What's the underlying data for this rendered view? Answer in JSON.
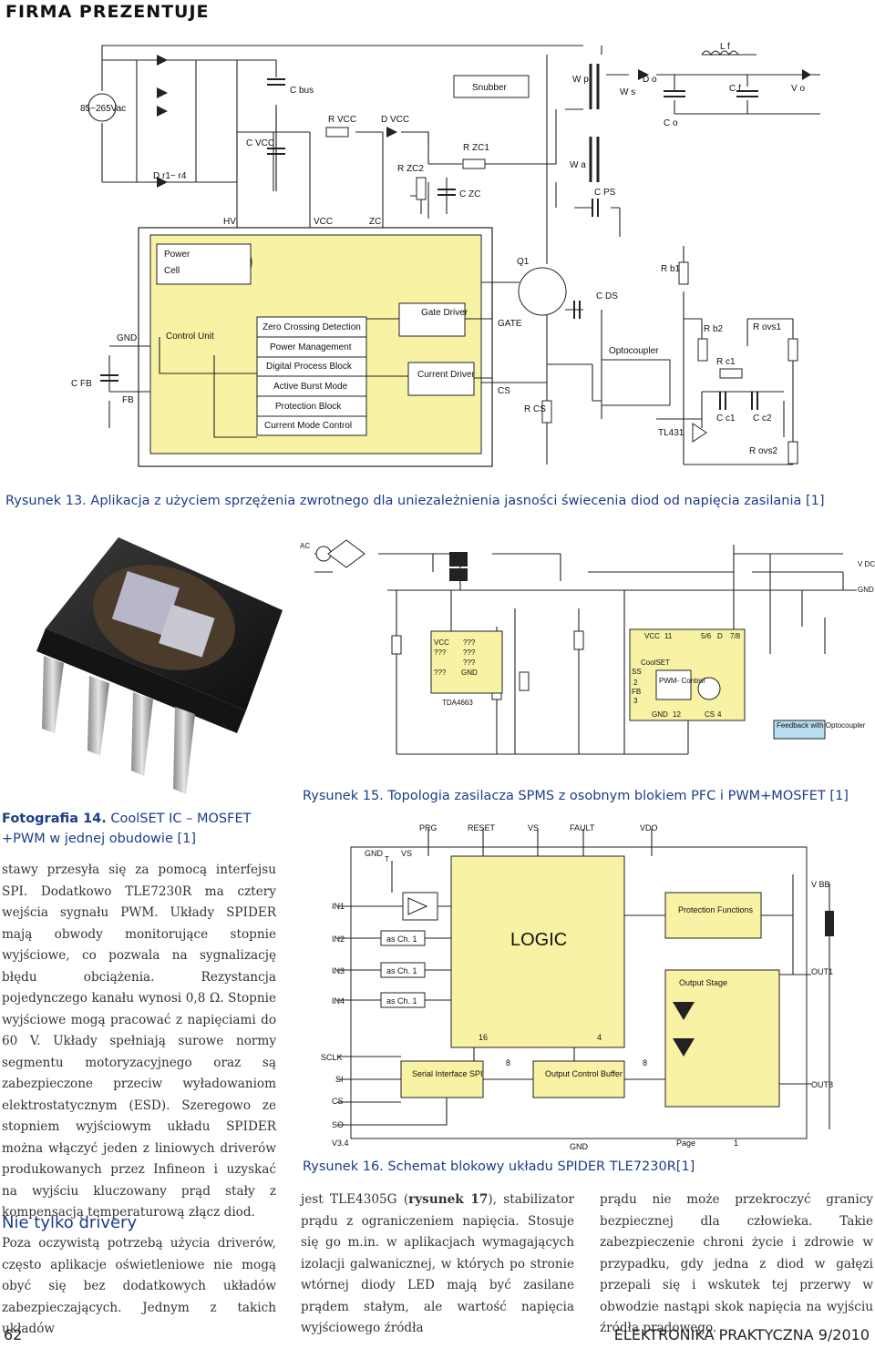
{
  "header": {
    "title": "FIRMA PREZENTUJE"
  },
  "fig13": {
    "caption": "Rysunek 13. Aplikacja z użyciem sprzężenia zwrotnego dla uniezależnienia jasności świecenia diod od napięcia zasilania [1]",
    "labels": {
      "vin": "85~265Vac",
      "cbus": "C bus",
      "rvcc": "R VCC",
      "dvcc": "D VCC",
      "cvcc": "C VCC",
      "dr": "D r1~ r4",
      "snubber": "Snubber",
      "wp": "W p",
      "ws": "W s",
      "do": "D o",
      "lf": "L f",
      "cf": "C f",
      "vo": "V o",
      "co": "C o",
      "rzc1": "R ZC1",
      "rzc2": "R ZC2",
      "czc": "C ZC",
      "wa": "W a",
      "cps": "C PS",
      "hv": "HV",
      "vcc": "VCC",
      "zc": "ZC",
      "power": "Power",
      "cell": "Cell",
      "q1": "Q1",
      "rb1": "R b1",
      "cds": "C DS",
      "gnd": "GND",
      "control_unit": "Control Unit",
      "gate": "GATE",
      "rb2": "R b2",
      "rovs1": "R ovs1",
      "optocoupler": "Optocoupler",
      "cfb": "C FB",
      "fb": "FB",
      "cs": "CS",
      "rcs": "R CS",
      "rc1": "R c1",
      "cc1": "C c1",
      "cc2": "C c2",
      "tl431": "TL431",
      "rovs2": "R ovs2",
      "gate_driver": "Gate Driver",
      "current_driver": "Current Driver"
    },
    "blocks": [
      "Zero Crossing Detection",
      "Power Management",
      "Digital Process Block",
      "Active Burst Mode",
      "Protection Block",
      "Current Mode Control"
    ],
    "colors": {
      "ic_fill": "#f8f2a4"
    }
  },
  "photo14": {
    "caption_label": "Fotografia 14.",
    "caption_text": "CoolSET IC – MOSFET +PWM w jednej obudowie [1]"
  },
  "fig15": {
    "caption": "Rysunek 15. Topologia zasilacza SPMS z osobnym blokiem PFC i PWM+MOSFET [1]",
    "labels": {
      "ac": "AC",
      "vdc": "V DC",
      "gnd": "GND",
      "vcc": "VCC",
      "q1": "???",
      "q2": "???",
      "q3": "???",
      "q4": "???",
      "q5": "???",
      "q6": "???",
      "gnd2": "GND",
      "tda": "TDA4663",
      "vcc2": "VCC",
      "n11": "11",
      "n56": "5/6",
      "d": "D",
      "n78": "7/8",
      "coolset": "CoolSET",
      "ss": "SS",
      "n2": "2",
      "fb": "FB",
      "n3": "3",
      "pwm": "PWM- Control",
      "gnd3": "GND",
      "n12": "12",
      "cs": "CS",
      "n4": "4",
      "feedback": "Feedback with Optocoupler"
    },
    "colors": {
      "ic_fill": "#f8f2a4"
    }
  },
  "fig16": {
    "caption": "Rysunek 16. Schemat blokowy układu SPIDER TLE7230R[1]",
    "labels": {
      "prg": "PRG",
      "reset": "RESET",
      "vs": "VS",
      "fault": "FAULT",
      "vdo": "VDO",
      "gnd_t": "GND",
      "t": "T",
      "vs2": "VS",
      "vbb": "V BB",
      "in1": "IN1",
      "in2": "IN2",
      "in3": "IN3",
      "in4": "IN4",
      "asch1a": "as Ch. 1",
      "asch1b": "as Ch. 1",
      "asch1c": "as Ch. 1",
      "logic": "LOGIC",
      "prot": "Protection Functions",
      "out1": "OUT1",
      "stage": "Output Stage",
      "n16": "16",
      "n4": "4",
      "n8a": "8",
      "n8b": "8",
      "sclk": "SCLK",
      "si": "SI",
      "cs": "CS",
      "so": "SO",
      "spi": "Serial Interface SPI",
      "ocb": "Output Control Buffer",
      "out8": "OUT8",
      "v34": "V3.4",
      "gnd": "GND",
      "page": "Page",
      "pnum": "1"
    },
    "colors": {
      "ic_fill": "#f8f2a4"
    }
  },
  "col1": {
    "text": "stawy przesyła się za pomocą interfejsu SPI. Dodatkowo TLE7230R ma cztery wejścia sygnału PWM. Układy SPIDER mają obwody monitorujące stopnie wyjściowe, co pozwala na sygnalizację błędu obciążenia. Rezystancja pojedynczego kanału wynosi 0,8 Ω. Stopnie wyjściowe mogą pracować z napięciami do 60 V. Układy spełniają surowe normy segmentu motoryzacyjnego oraz są zabezpieczone przeciw wyładowaniom elektrostatycznym (ESD). Szeregowo ze stopniem wyjściowym układu SPIDER można włączyć jeden z liniowych driverów produkowanych przez Infineon i uzyskać na wyjściu kluczowany prąd stały z kompensacją temperaturową złącz diod.",
    "heading": "Nie tylko drivery",
    "text2": "Poza oczywistą potrzebą użycia driverów, często aplikacje oświetleniowe nie mogą obyć się bez dodatkowych układów zabezpieczających. Jednym z takich układów"
  },
  "col2": {
    "text_a": "jest TLE4305G (",
    "text_b": "rysunek 17",
    "text_c": "), stabilizator prądu z ograniczeniem napięcia. Stosuje się go m.in. w aplikacjach wymagających izolacji galwanicznej, w których po stronie wtórnej diody LED mają być zasilane prądem stałym, ale wartość napięcia wyjściowego źródła"
  },
  "col3": {
    "text": "prądu nie może przekroczyć granicy bezpiecznej dla człowieka. Takie zabezpieczenie chroni życie i zdrowie w przypadku, gdy jedna z diod w gałęzi przepali się i wskutek tej przerwy w obwodzie nastąpi skok napięcia na wyjściu źródła prądowego."
  },
  "footer": {
    "page": "62",
    "magazine": "ELEKTRONIKA PRAKTYCZNA 9/2010"
  }
}
